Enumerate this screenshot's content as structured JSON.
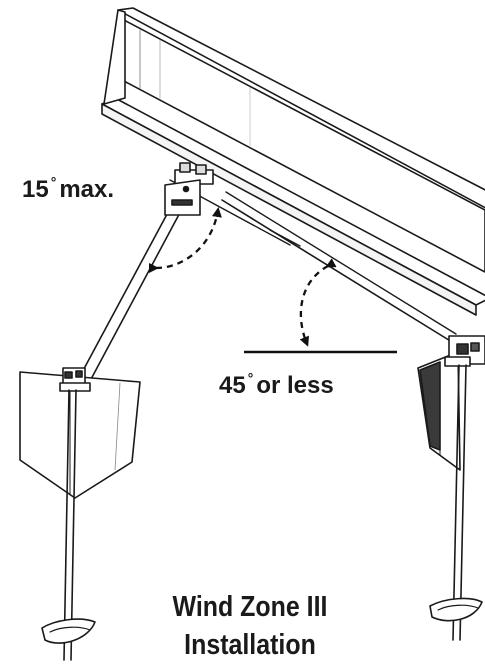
{
  "angle_top": {
    "value": "15",
    "suffix": "max."
  },
  "angle_bottom": {
    "value": "45",
    "suffix": "or less"
  },
  "title": {
    "line1": "Wind Zone III",
    "line2": "Installation"
  }
}
